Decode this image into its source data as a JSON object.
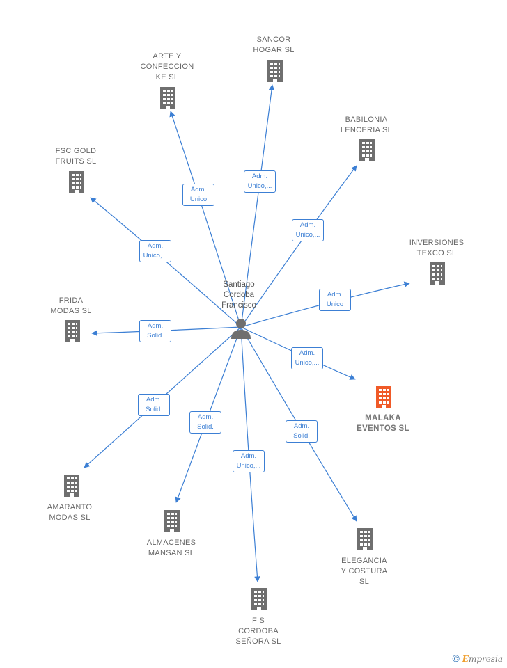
{
  "center": {
    "label": "Santiago\nCordoba\nFrancisco",
    "icon": "person-icon"
  },
  "companies": [
    {
      "id": "sancor",
      "label": "SANCOR\nHOGAR  SL",
      "role": "Adm.\nUnico,...",
      "main": false
    },
    {
      "id": "arte",
      "label": "ARTE Y\nCONFECCION\nKE  SL",
      "role": "Adm.\nUnico",
      "main": false
    },
    {
      "id": "babilonia",
      "label": "BABILONIA\nLENCERIA  SL",
      "role": "Adm.\nUnico,...",
      "main": false
    },
    {
      "id": "fsc",
      "label": "FSC GOLD\nFRUITS  SL",
      "role": "Adm.\nUnico,...",
      "main": false
    },
    {
      "id": "inversiones",
      "label": "INVERSIONES\nTEXCO  SL",
      "role": "Adm.\nUnico",
      "main": false
    },
    {
      "id": "frida",
      "label": "FRIDA\nMODAS SL",
      "role": "Adm.\nSolid.",
      "main": false
    },
    {
      "id": "malaka",
      "label": "MALAKA\nEVENTOS  SL",
      "role": "Adm.\nUnico,...",
      "main": true
    },
    {
      "id": "amaranto",
      "label": "AMARANTO\nMODAS SL",
      "role": "Adm.\nSolid.",
      "main": false
    },
    {
      "id": "almacenes",
      "label": "ALMACENES\nMANSAN SL",
      "role": "Adm.\nSolid.",
      "main": false
    },
    {
      "id": "fs",
      "label": "F S\nCORDOBA\nSEÑORA  SL",
      "role": "Adm.\nUnico,...",
      "main": false
    },
    {
      "id": "elegancia",
      "label": "ELEGANCIA\nY COSTURA\nSL",
      "role": "Adm.\nSolid.",
      "main": false
    }
  ],
  "colors": {
    "edge": "#3c7fd4",
    "building": "#6f6f6f",
    "building_main": "#f05a28",
    "person": "#6f6f6f"
  },
  "footer": {
    "copyright": "©",
    "brand_initial": "E",
    "brand_rest": "mpresia"
  }
}
